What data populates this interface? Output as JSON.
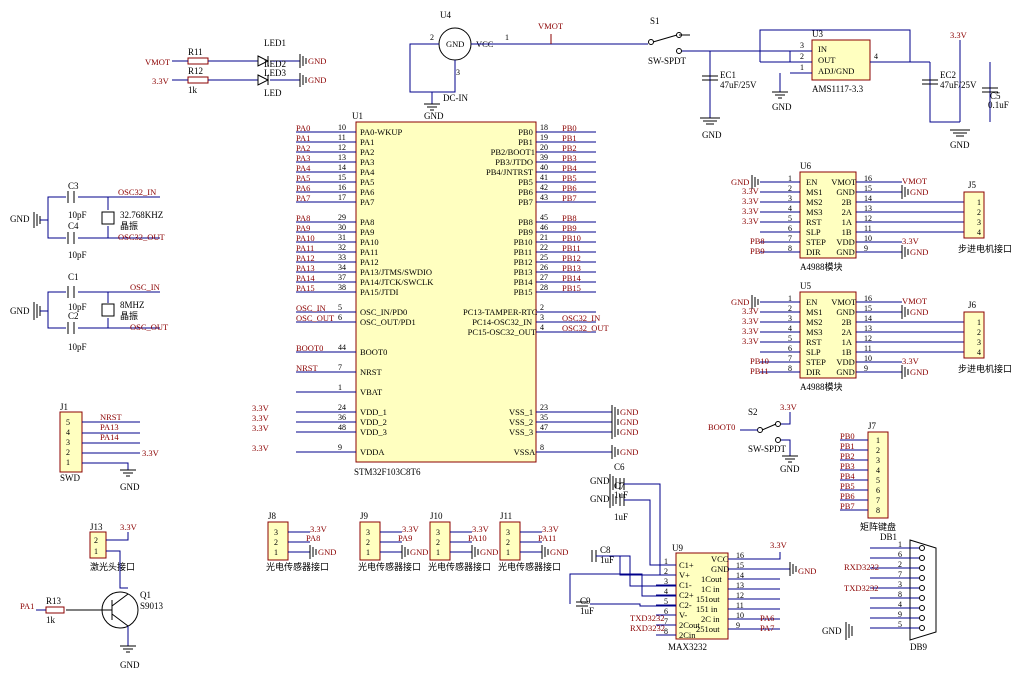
{
  "mcu": {
    "ref": "U1",
    "part": "STM32F103C8T6",
    "left_pins": [
      {
        "net": "PA0",
        "num": "10",
        "name": "PA0-WKUP"
      },
      {
        "net": "PA1",
        "num": "11",
        "name": "PA1"
      },
      {
        "net": "PA2",
        "num": "12",
        "name": "PA2"
      },
      {
        "net": "PA3",
        "num": "13",
        "name": "PA3"
      },
      {
        "net": "PA4",
        "num": "14",
        "name": "PA4"
      },
      {
        "net": "PA5",
        "num": "15",
        "name": "PA5"
      },
      {
        "net": "PA6",
        "num": "16",
        "name": "PA6"
      },
      {
        "net": "PA7",
        "num": "17",
        "name": "PA7"
      },
      {
        "net": "PA8",
        "num": "29",
        "name": "PA8"
      },
      {
        "net": "PA9",
        "num": "30",
        "name": "PA9"
      },
      {
        "net": "PA10",
        "num": "31",
        "name": "PA10"
      },
      {
        "net": "PA11",
        "num": "32",
        "name": "PA11"
      },
      {
        "net": "PA12",
        "num": "33",
        "name": "PA12"
      },
      {
        "net": "PA13",
        "num": "34",
        "name": "PA13/JTMS/SWDIO"
      },
      {
        "net": "PA14",
        "num": "37",
        "name": "PA14/JTCK/SWCLK"
      },
      {
        "net": "PA15",
        "num": "38",
        "name": "PA15/JTDI"
      },
      {
        "net": "OSC_IN",
        "num": "5",
        "name": "OSC_IN/PD0"
      },
      {
        "net": "OSC_OUT",
        "num": "6",
        "name": "OSC_OUT/PD1"
      },
      {
        "net": "BOOT0",
        "num": "44",
        "name": "BOOT0"
      },
      {
        "net": "NRST",
        "num": "7",
        "name": "NRST"
      },
      {
        "net": "",
        "num": "1",
        "name": "VBAT"
      },
      {
        "net": "3.3V",
        "num": "24",
        "name": "VDD_1"
      },
      {
        "net": "3.3V",
        "num": "36",
        "name": "VDD_2"
      },
      {
        "net": "3.3V",
        "num": "48",
        "name": "VDD_3"
      },
      {
        "net": "3.3V",
        "num": "9",
        "name": "VDDA"
      }
    ],
    "right_pins": [
      {
        "net": "PB0",
        "num": "18",
        "name": "PB0"
      },
      {
        "net": "PB1",
        "num": "19",
        "name": "PB1"
      },
      {
        "net": "PB2",
        "num": "20",
        "name": "PB2/BOOT1"
      },
      {
        "net": "PB3",
        "num": "39",
        "name": "PB3/JTDO"
      },
      {
        "net": "PB4",
        "num": "40",
        "name": "PB4/JNTRST"
      },
      {
        "net": "PB5",
        "num": "41",
        "name": "PB5"
      },
      {
        "net": "PB6",
        "num": "42",
        "name": "PB6"
      },
      {
        "net": "PB7",
        "num": "43",
        "name": "PB7"
      },
      {
        "net": "PB8",
        "num": "45",
        "name": "PB8"
      },
      {
        "net": "PB9",
        "num": "46",
        "name": "PB9"
      },
      {
        "net": "PB10",
        "num": "21",
        "name": "PB10"
      },
      {
        "net": "PB11",
        "num": "22",
        "name": "PB11"
      },
      {
        "net": "PB12",
        "num": "25",
        "name": "PB12"
      },
      {
        "net": "PB13",
        "num": "26",
        "name": "PB13"
      },
      {
        "net": "PB14",
        "num": "27",
        "name": "PB14"
      },
      {
        "net": "PB15",
        "num": "28",
        "name": "PB15"
      },
      {
        "net": "",
        "num": "2",
        "name": "PC13-TAMPER-RTC"
      },
      {
        "net": "OSC32_IN",
        "num": "3",
        "name": "PC14-OSC32_IN"
      },
      {
        "net": "OSC32_OUT",
        "num": "4",
        "name": "PC15-OSC32_OUT"
      },
      {
        "net": "GND",
        "num": "23",
        "name": "VSS_1"
      },
      {
        "net": "GND",
        "num": "35",
        "name": "VSS_2"
      },
      {
        "net": "GND",
        "num": "47",
        "name": "VSS_3"
      },
      {
        "net": "GND",
        "num": "8",
        "name": "VSSA"
      }
    ]
  },
  "power": {
    "u4_ref": "U4",
    "u4_gnd": "GND",
    "u4_vcc": "VCC",
    "u4_pin2": "2",
    "u4_pin1": "1",
    "u4_pin3": "3",
    "dcin": "DC-IN",
    "vmot": "VMOT",
    "s1_ref": "S1",
    "s1_part": "SW-SPDT",
    "u3_ref": "U3",
    "u3_part": "AMS1117-3.3",
    "u3_in": "IN",
    "u3_out": "OUT",
    "u3_adj": "ADJ/GND",
    "u3_p3": "3",
    "u3_p2": "2",
    "u3_p1": "1",
    "u3_p4": "4",
    "ec1_ref": "EC1",
    "ec1_val": "47uF/25V",
    "ec2_ref": "EC2",
    "ec2_val": "47uF/25V",
    "c5_ref": "C5",
    "c5_val": "0.1uF",
    "v33": "3.3V",
    "gnd": "GND"
  },
  "leds": {
    "r11": "R11",
    "r12": "R12",
    "r12_val": "1k",
    "led1": "LED1",
    "led2": "LED2",
    "led3": "LED3",
    "led": "LED",
    "vmot": "VMOT",
    "v33": "3.3V",
    "gnd": "GND"
  },
  "osc32": {
    "c3": "C3",
    "c4": "C4",
    "val": "10pF",
    "xtal": "32.768KHZ",
    "xtal_cn": "晶振",
    "osc_in": "OSC32_IN",
    "osc_out": "OSC32_OUT",
    "gnd": "GND"
  },
  "osc": {
    "c1": "C1",
    "c2": "C2",
    "val": "10pF",
    "xtal": "8MHZ",
    "xtal_cn": "晶振",
    "osc_in": "OSC_IN",
    "osc_out": "OSC_OUT",
    "gnd": "GND"
  },
  "swd": {
    "ref": "J1",
    "name": "SWD",
    "pins": [
      "5",
      "4",
      "3",
      "2",
      "1"
    ],
    "nets": [
      "NRST",
      "PA13",
      "PA14"
    ],
    "v33": "3.3V",
    "gnd": "GND"
  },
  "laser": {
    "ref": "J13",
    "name": "激光头接口",
    "pins": [
      "2",
      "1"
    ],
    "v33": "3.3V",
    "pa1": "PA1",
    "r13": "R13",
    "r13_val": "1k",
    "q1": "Q1",
    "q1_part": "S9013",
    "gnd": "GND"
  },
  "sensors": [
    {
      "ref": "J8",
      "net": "PA8",
      "label": "光电传感器接口"
    },
    {
      "ref": "J9",
      "net": "PA9",
      "label": "光电传感器接口"
    },
    {
      "ref": "J10",
      "net": "PA10",
      "label": "光电传感器接口"
    },
    {
      "ref": "J11",
      "net": "PA11",
      "label": "光电传感器接口"
    }
  ],
  "sensor_pins": [
    "3",
    "2",
    "1"
  ],
  "sensor_v": "3.3V",
  "sensor_gnd": "GND",
  "drivers": [
    {
      "ref": "U6",
      "part": "A4988模块",
      "j": "J5",
      "j_label": "步进电机接口",
      "step": "PB8",
      "dir": "PB9"
    },
    {
      "ref": "U5",
      "part": "A4988模块",
      "j": "J6",
      "j_label": "步进电机接口",
      "step": "PB10",
      "dir": "PB11"
    }
  ],
  "driver_left": [
    "EN",
    "MS1",
    "MS2",
    "MS3",
    "RST",
    "SLP",
    "STEP",
    "DIR"
  ],
  "driver_right": [
    "VMOT",
    "GND",
    "2B",
    "2A",
    "1A",
    "1B",
    "VDD",
    "GND"
  ],
  "driver_lnum": [
    "1",
    "2",
    "3",
    "4",
    "5",
    "6",
    "7",
    "8"
  ],
  "driver_rnum": [
    "16",
    "15",
    "14",
    "13",
    "12",
    "11",
    "10",
    "9"
  ],
  "motor_pins": [
    "1",
    "2",
    "3",
    "4"
  ],
  "drv_gnd": "GND",
  "drv_vmot": "VMOT",
  "drv_v33": "3.3V",
  "boot": {
    "ref": "S2",
    "part": "SW-SPDT",
    "boot0": "BOOT0",
    "v33": "3.3V",
    "gnd": "GND"
  },
  "keypad": {
    "ref": "J7",
    "name": "矩阵键盘",
    "nets": [
      "PB0",
      "PB1",
      "PB2",
      "PB3",
      "PB4",
      "PB5",
      "PB6",
      "PB7"
    ],
    "pins": [
      "1",
      "2",
      "3",
      "4",
      "5",
      "6",
      "7",
      "8"
    ]
  },
  "max": {
    "ref": "U9",
    "part": "MAX3232",
    "left": [
      "C1+",
      "V+",
      "C1-",
      "C2+",
      "C2-",
      "V-",
      "2Cout",
      "2Cin"
    ],
    "lnum": [
      "1",
      "2",
      "3",
      "4",
      "5",
      "6",
      "7",
      "8"
    ],
    "right": [
      "VCC",
      "GND",
      "1Cout",
      "1C in",
      "151out",
      "151 in",
      "2C in",
      "251out"
    ],
    "rnum": [
      "16",
      "15",
      "14",
      "13",
      "12",
      "11",
      "10",
      "9"
    ],
    "c6": "C6",
    "c7": "C7",
    "c8": "C8",
    "c9": "C9",
    "cval": "1uF",
    "txd": "TXD3232",
    "rxd": "RXD3232",
    "pa6": "PA6",
    "pa7": "PA7",
    "v33": "3.3V",
    "gnd": "GND"
  },
  "db9": {
    "ref": "DB1",
    "part": "DB9",
    "pins": [
      "1",
      "6",
      "2",
      "7",
      "3",
      "8",
      "4",
      "9",
      "5"
    ],
    "rxd": "RXD3232",
    "txd": "TXD3232",
    "gnd": "GND"
  }
}
